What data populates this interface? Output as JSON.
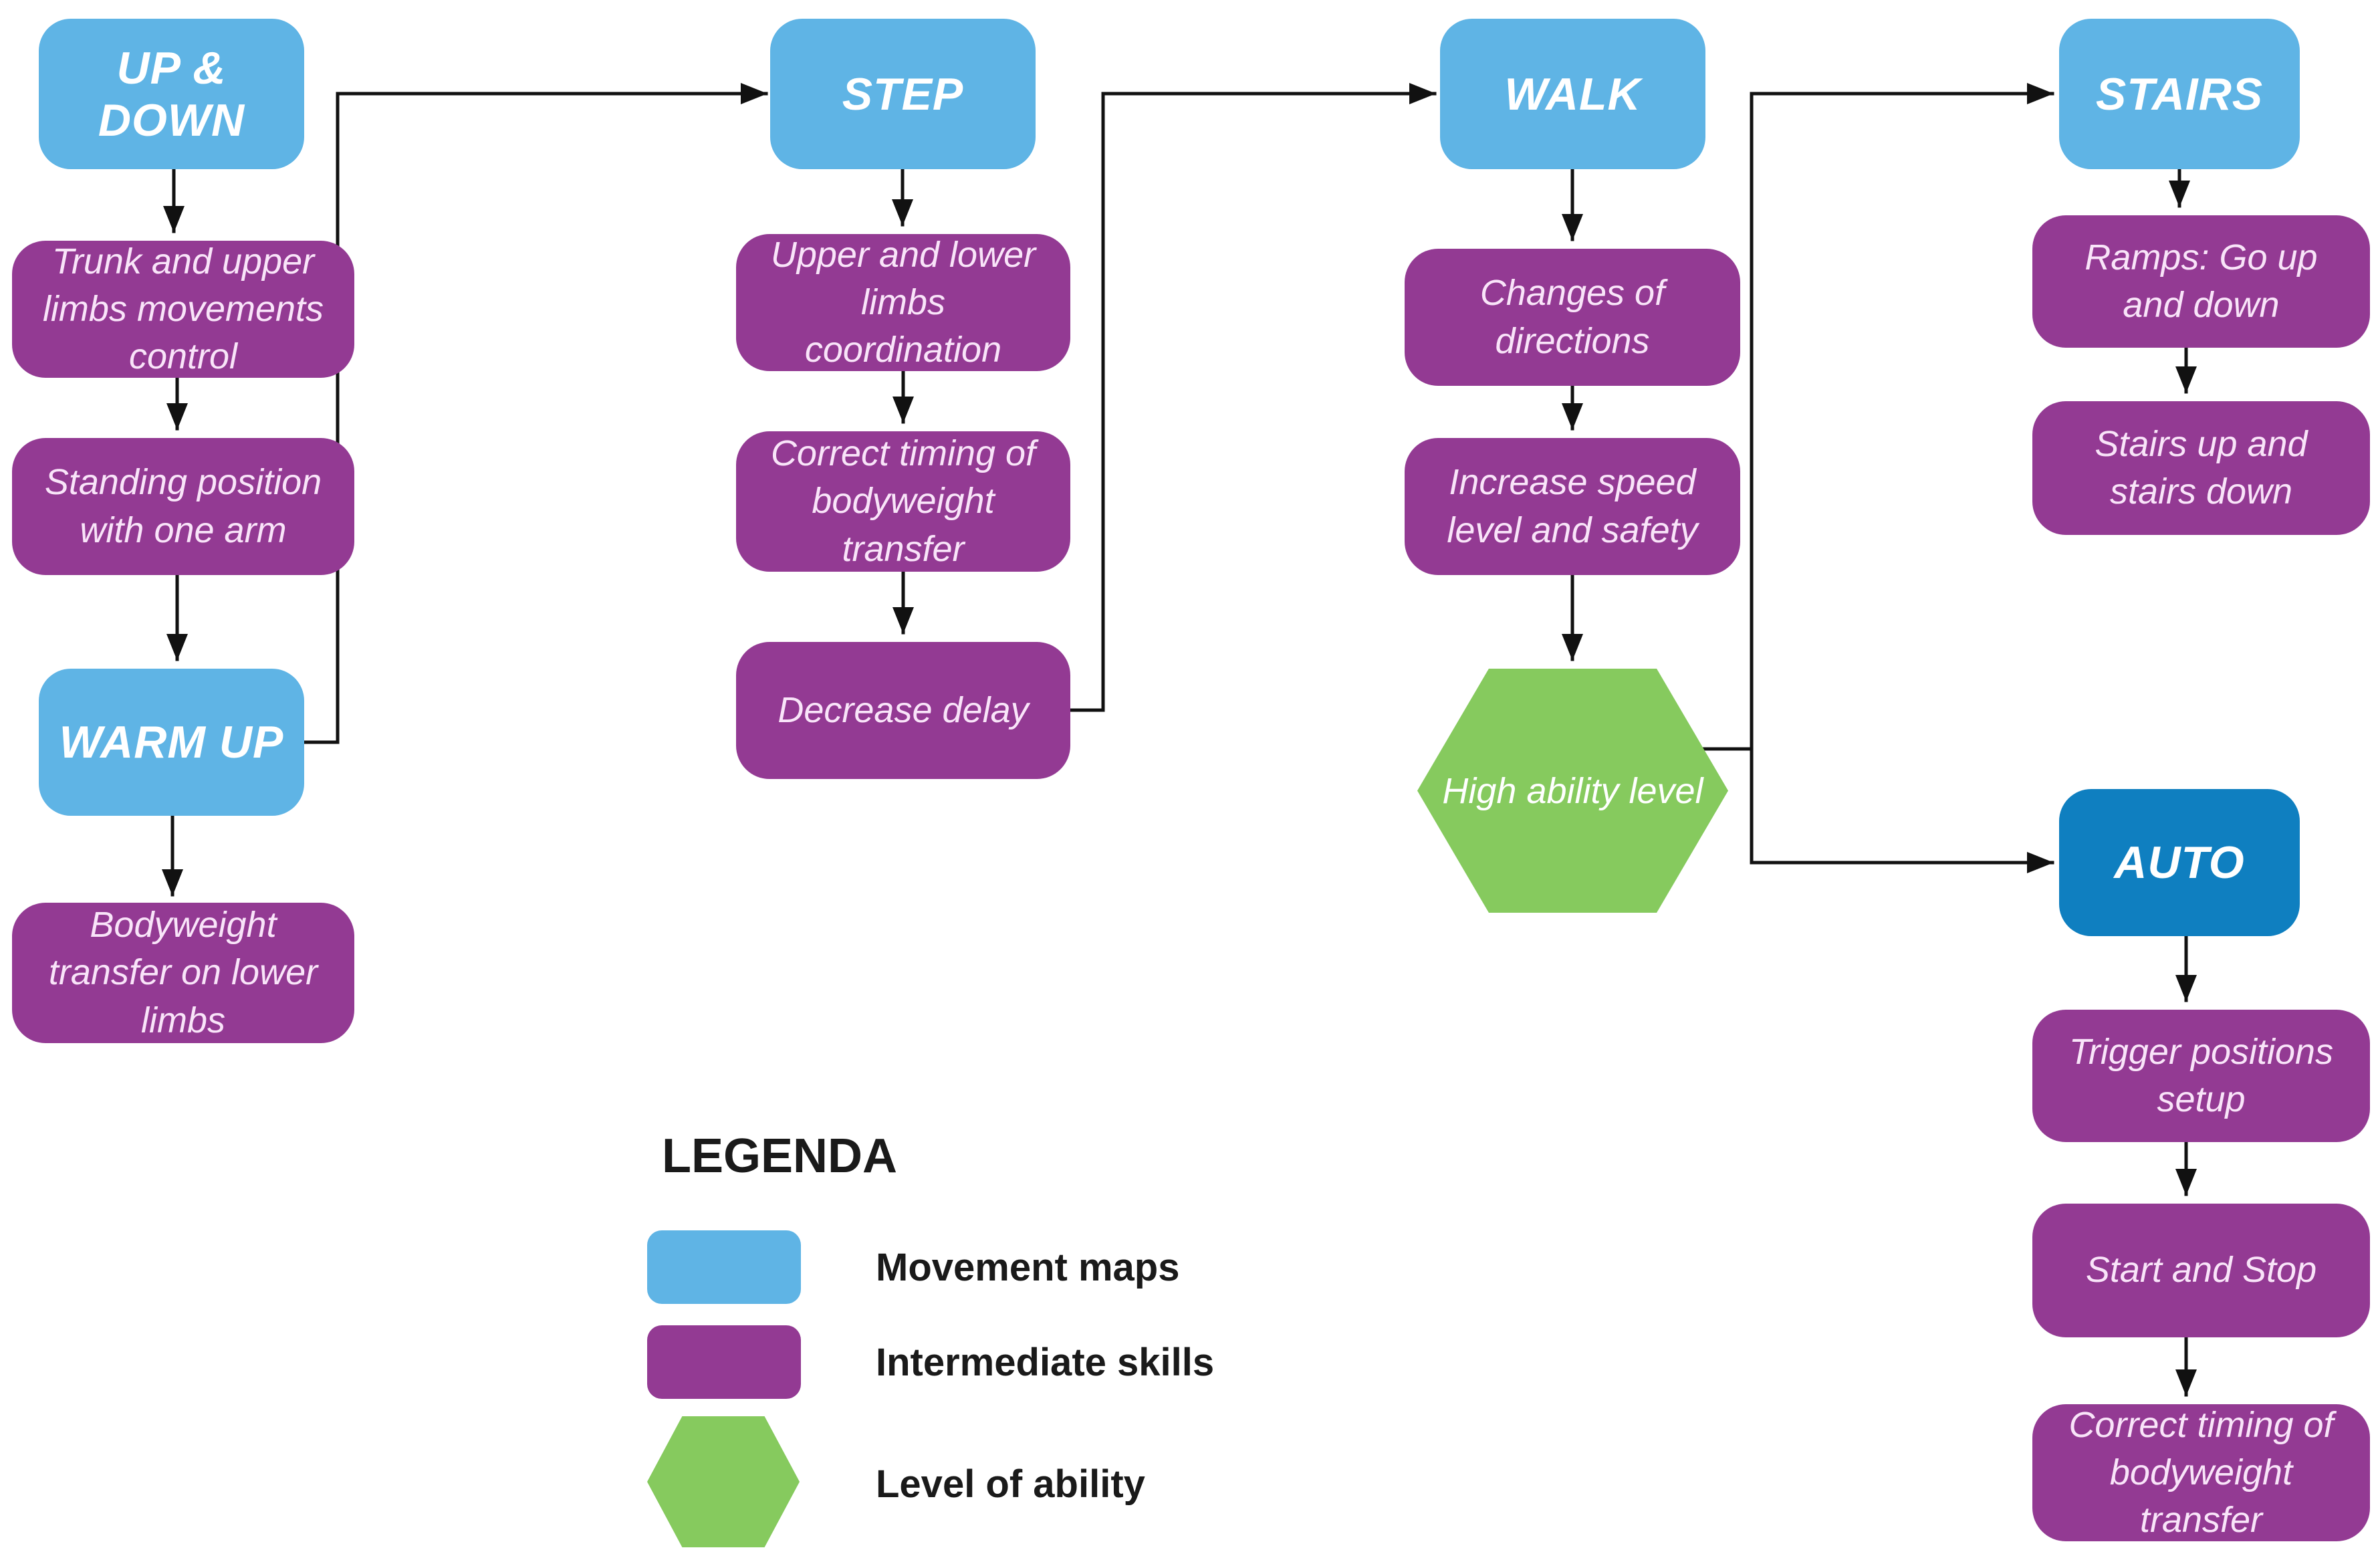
{
  "colors": {
    "movement_map_blue": "#5fb4e5",
    "auto_blue": "#0f7fc0",
    "intermediate_purple": "#933a93",
    "ability_green": "#86ca5e",
    "connector_black": "#111111"
  },
  "nodes": {
    "up_down": {
      "label": "UP & DOWN",
      "type": "movement-map"
    },
    "trunk": {
      "label": "Trunk and upper limbs movements control",
      "type": "intermediate-skill"
    },
    "standing": {
      "label": "Standing position with one arm",
      "type": "intermediate-skill"
    },
    "warm_up": {
      "label": "WARM UP",
      "type": "movement-map"
    },
    "bodyweight": {
      "label": "Bodyweight transfer on lower limbs",
      "type": "intermediate-skill"
    },
    "step": {
      "label": "STEP",
      "type": "movement-map"
    },
    "upper_lower": {
      "label": "Upper and lower limbs coordination",
      "type": "intermediate-skill"
    },
    "correct_timing_step": {
      "label": "Correct timing of bodyweight transfer",
      "type": "intermediate-skill"
    },
    "decrease_delay": {
      "label": "Decrease delay",
      "type": "intermediate-skill"
    },
    "walk": {
      "label": "WALK",
      "type": "movement-map"
    },
    "changes": {
      "label": "Changes of directions",
      "type": "intermediate-skill"
    },
    "increase_speed": {
      "label": "Increase speed level and safety",
      "type": "intermediate-skill"
    },
    "high_ability": {
      "label": "High ability level",
      "type": "ability-level"
    },
    "stairs": {
      "label": "STAIRS",
      "type": "movement-map"
    },
    "ramps": {
      "label": "Ramps: Go up and down",
      "type": "intermediate-skill"
    },
    "stairs_updown": {
      "label": "Stairs up and stairs down",
      "type": "intermediate-skill"
    },
    "auto": {
      "label": "AUTO",
      "type": "movement-map-auto"
    },
    "trigger": {
      "label": "Trigger positions setup",
      "type": "intermediate-skill"
    },
    "start_stop": {
      "label": "Start and Stop",
      "type": "intermediate-skill"
    },
    "correct_timing_auto": {
      "label": "Correct timing of bodyweight transfer",
      "type": "intermediate-skill"
    }
  },
  "legend": {
    "title": "LEGENDA",
    "items": [
      {
        "shape": "movement-map-swatch",
        "label": "Movement maps"
      },
      {
        "shape": "intermediate-skill-swatch",
        "label": "Intermediate skills"
      },
      {
        "shape": "ability-level-swatch",
        "label": "Level of ability"
      }
    ]
  }
}
